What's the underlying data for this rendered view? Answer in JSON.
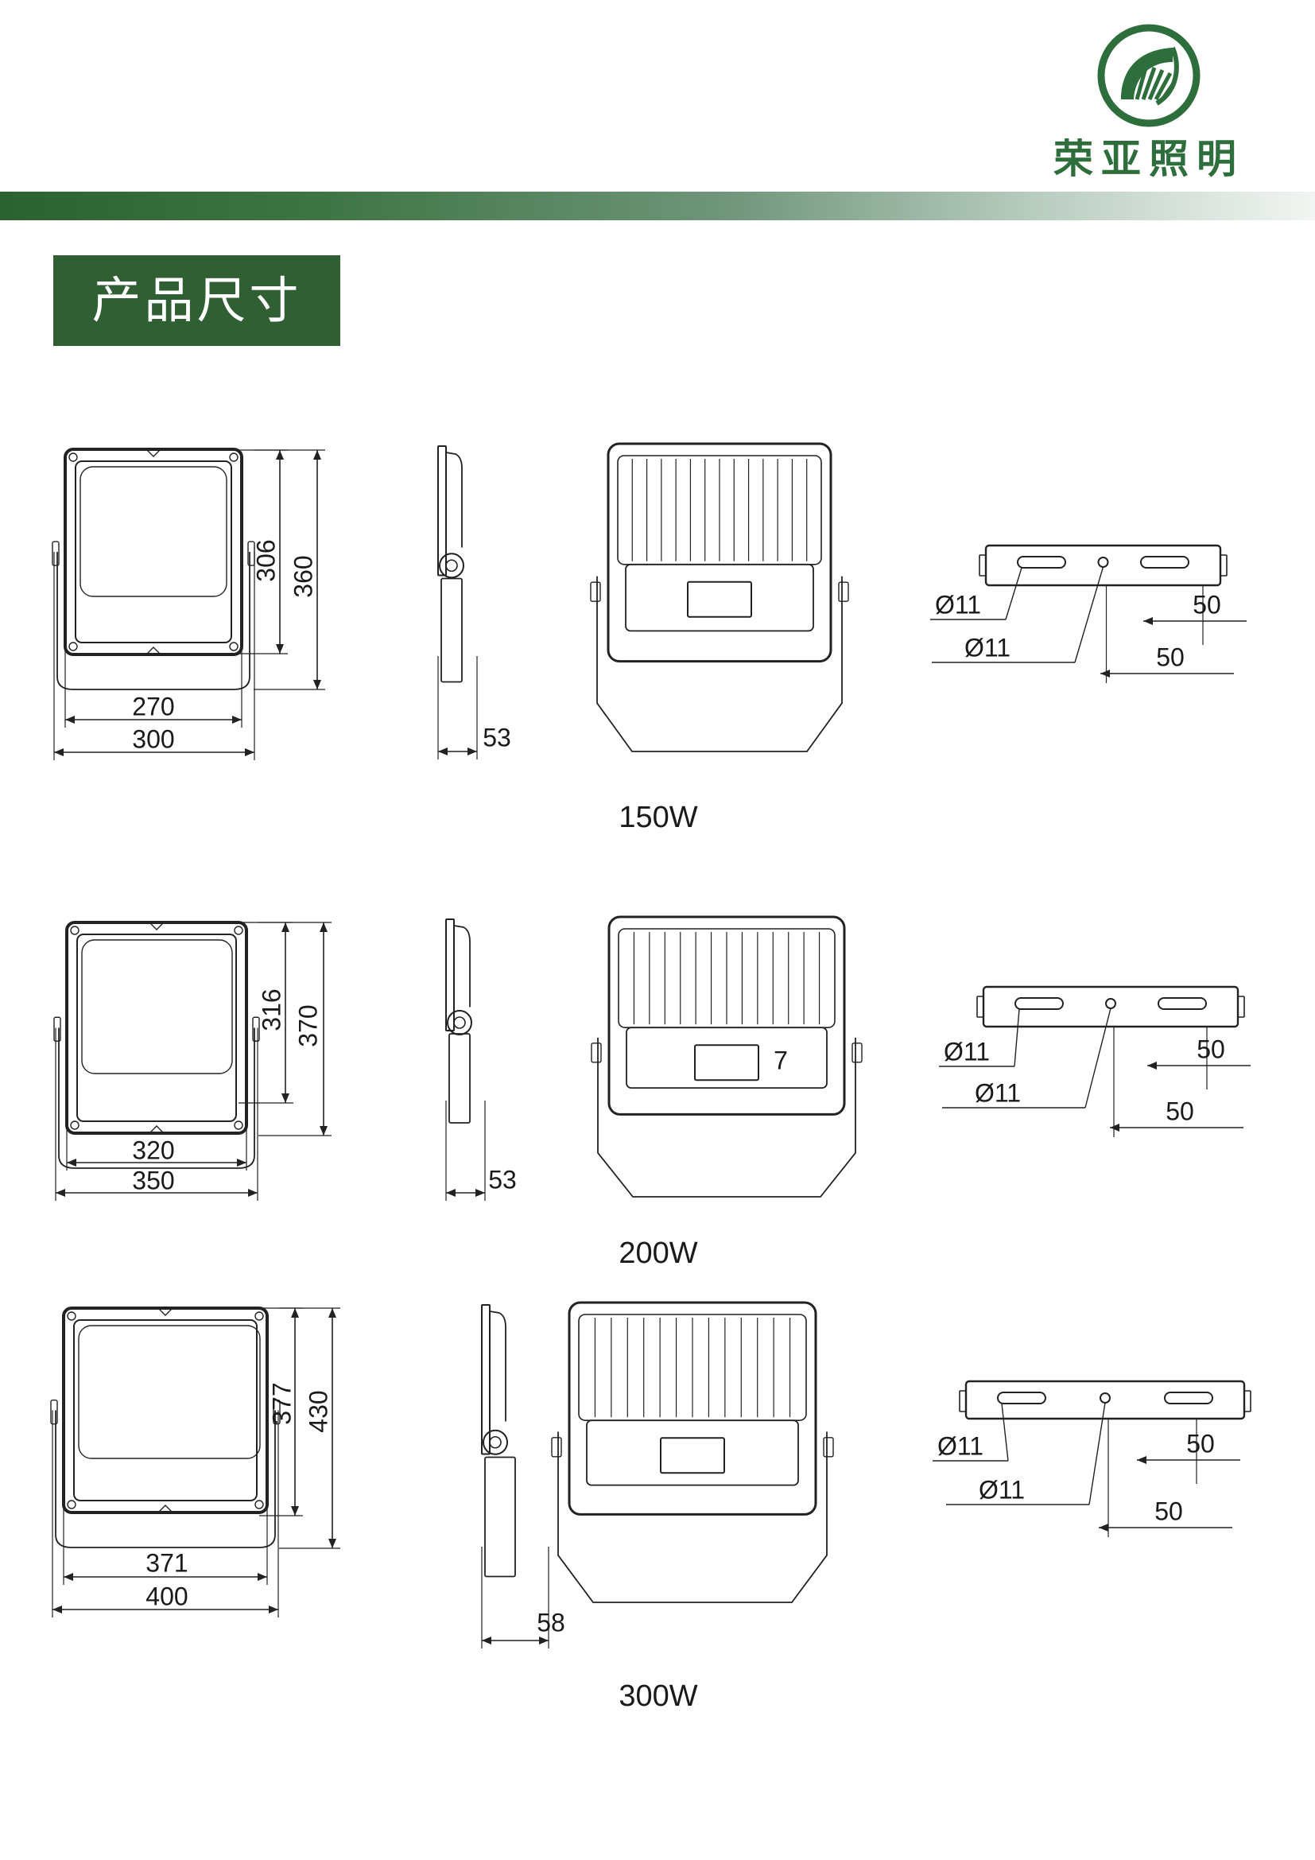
{
  "brand": {
    "name": "荣亚照明",
    "accent": "#2e6e3c"
  },
  "section": {
    "title": "产品尺寸"
  },
  "models": [
    {
      "label": "150W",
      "width_inner": "270",
      "width_outer": "300",
      "height_inner": "306",
      "height_outer": "360",
      "depth": "53",
      "hole_a": "Ø11",
      "hole_b": "Ø11",
      "spacing_a": "50",
      "spacing_b": "50",
      "back_label": ""
    },
    {
      "label": "200W",
      "width_inner": "320",
      "width_outer": "350",
      "height_inner": "316",
      "height_outer": "370",
      "depth": "53",
      "hole_a": "Ø11",
      "hole_b": "Ø11",
      "spacing_a": "50",
      "spacing_b": "50",
      "back_label": "7"
    },
    {
      "label": "300W",
      "width_inner": "371",
      "width_outer": "400",
      "height_inner": "377",
      "height_outer": "430",
      "depth": "58",
      "hole_a": "Ø11",
      "hole_b": "Ø11",
      "spacing_a": "50",
      "spacing_b": "50",
      "back_label": ""
    }
  ]
}
